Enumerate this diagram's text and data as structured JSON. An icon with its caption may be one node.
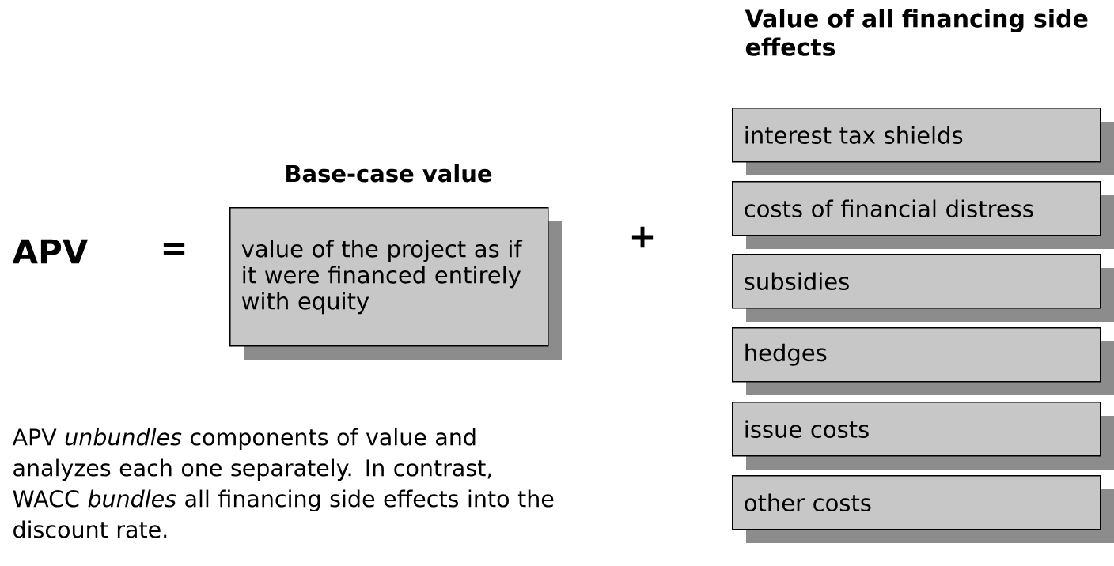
{
  "diagram": {
    "nodes": [
      {
        "text": [
          "Base-case value",
          "value of the project as if it were financed entirely with equity"
        ]
      },
      {
        "text": [
          "interest tax shields"
        ]
      },
      {
        "text": [
          "costs of financial distress"
        ]
      },
      {
        "text": [
          "subsidies"
        ]
      },
      {
        "text": [
          "hedges"
        ]
      },
      {
        "text": [
          "issue costs"
        ]
      },
      {
        "text": [
          "other costs"
        ]
      }
    ],
    "labels": [
      "Value of all financing side effects",
      "APV",
      "=",
      "+",
      "APV *unbundles* components of value and analyzes each one separately. In contrast, WACC *bundles* all financing side effects into the discount rate."
    ]
  }
}
